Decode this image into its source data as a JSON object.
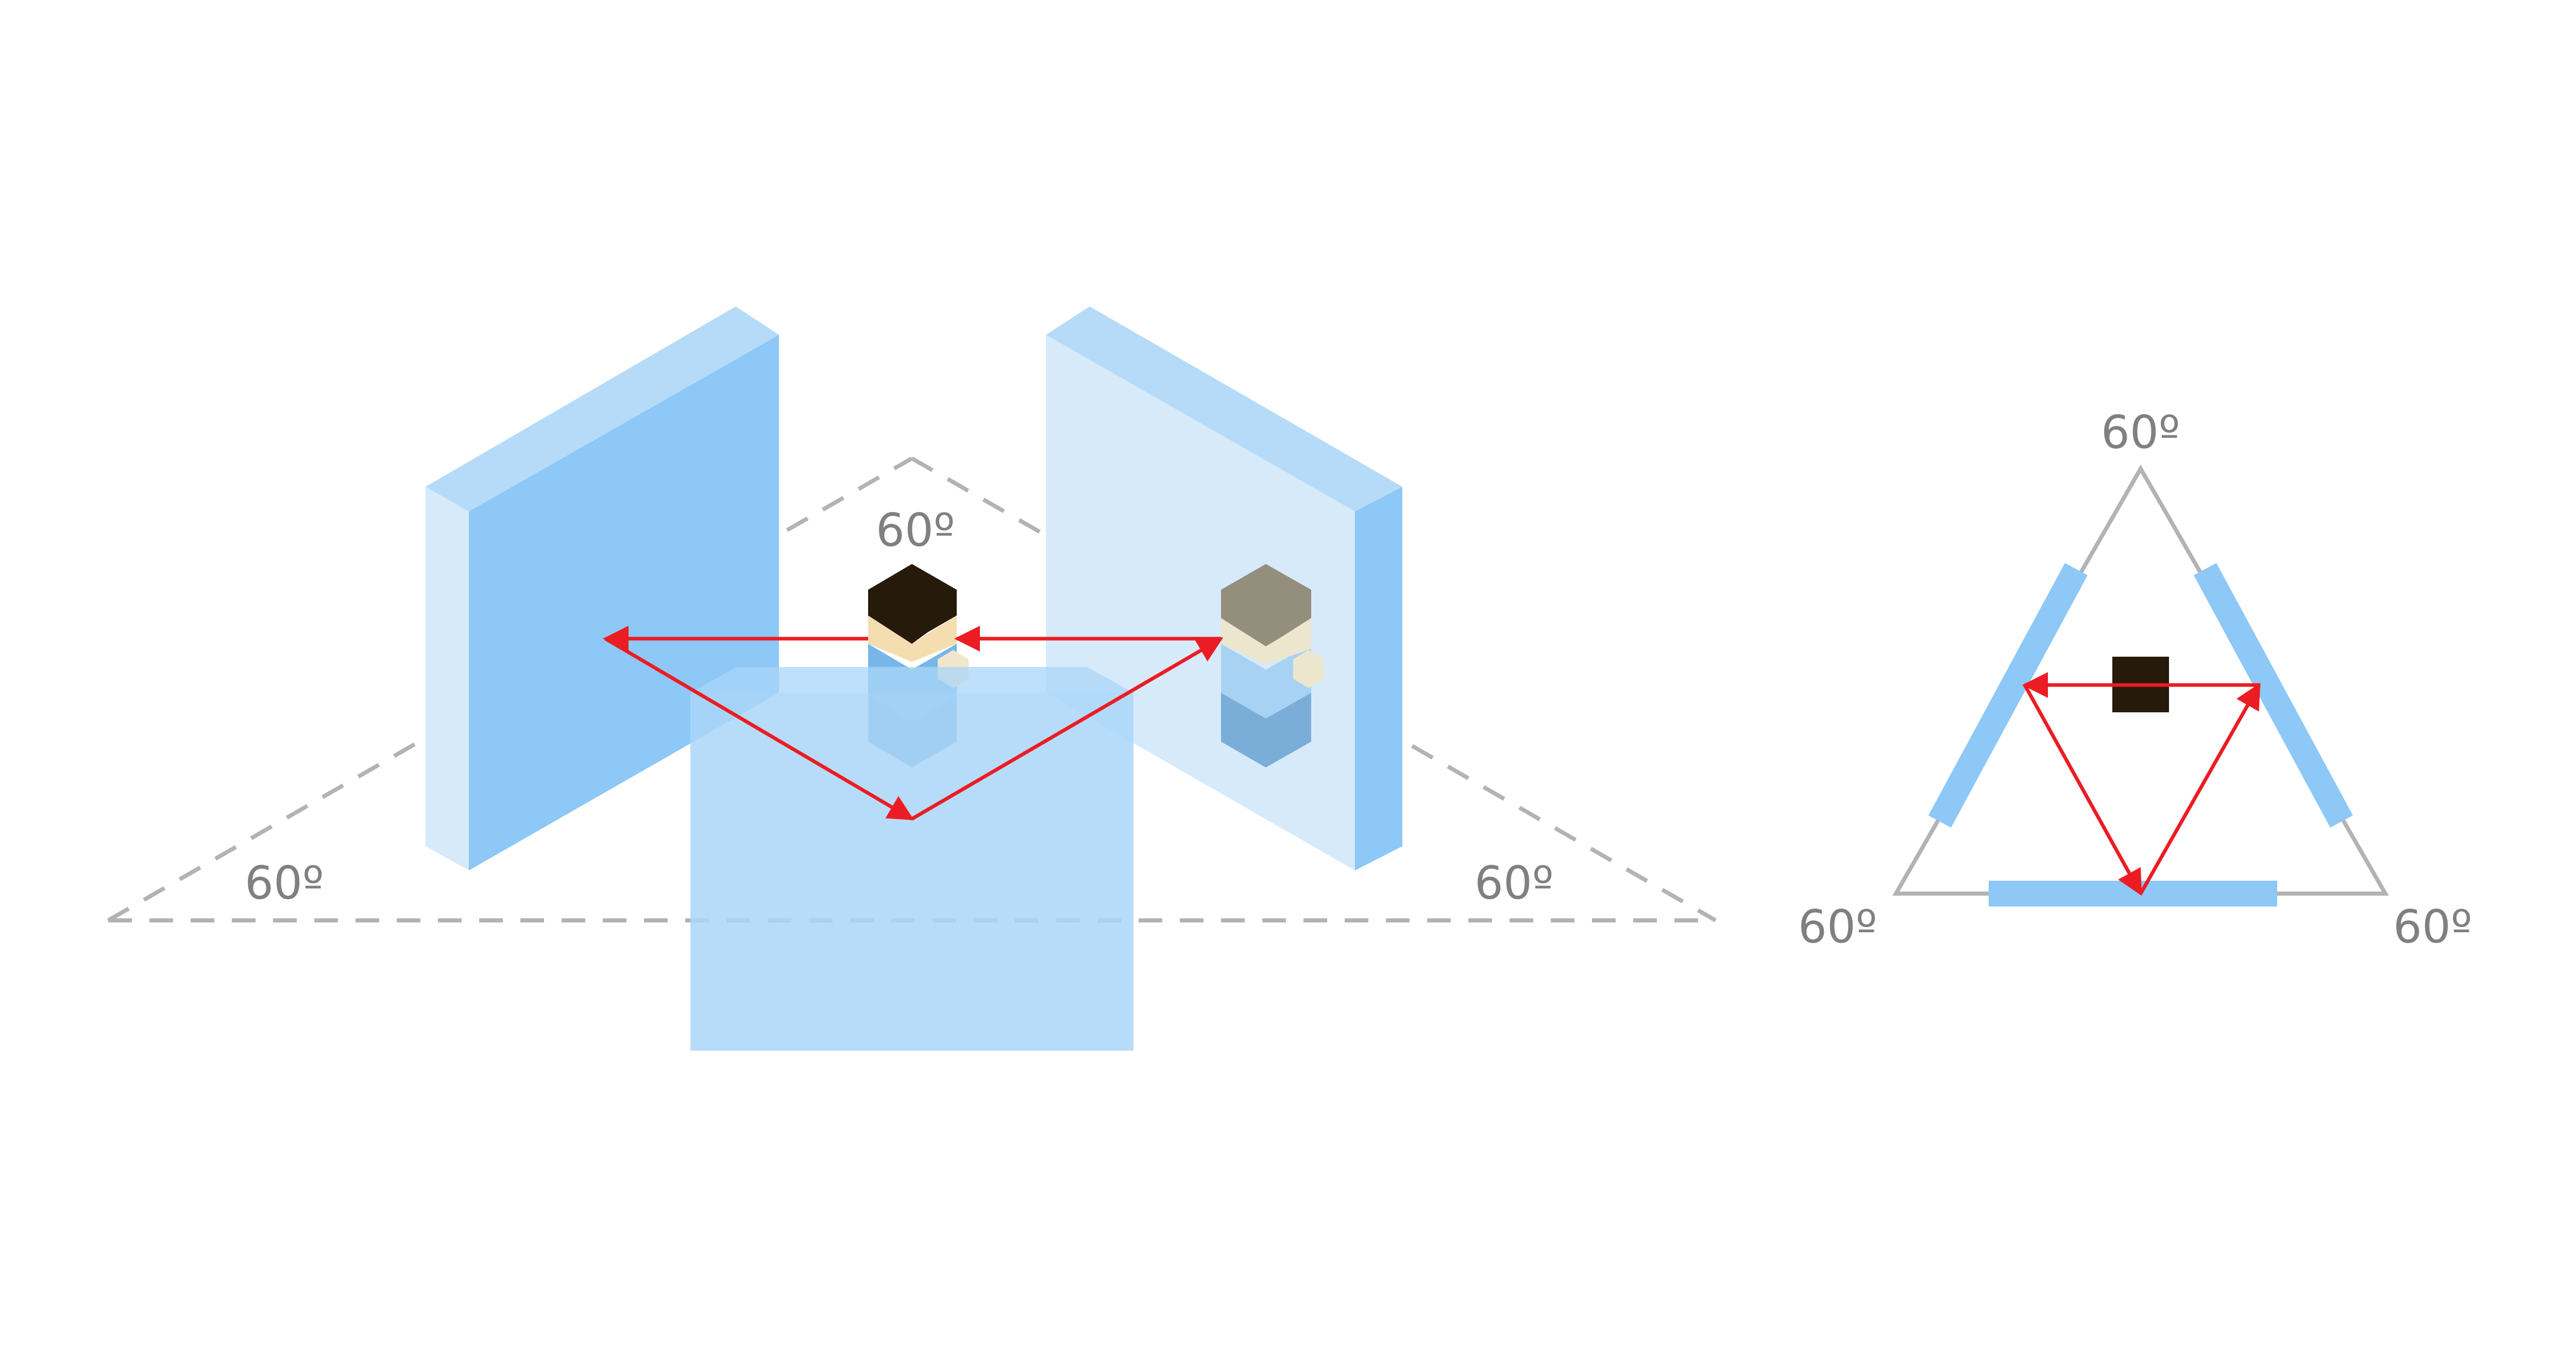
{
  "colors": {
    "mirror_front": "#8dc8f6",
    "mirror_light": "#d6eafa",
    "mirror_top": "#b5dbf8",
    "floor_mirror": "#aad6f8",
    "ray": "#ec1c24",
    "guide": "#b3b3b3",
    "label": "#808080",
    "figure_dark": "#261a0a",
    "figure_skin": "#f4ddb0",
    "figure_body": "#79b6e8",
    "reflection_hair": "#948f7c",
    "reflection_body": "#a8d2f4"
  },
  "perspective_view": {
    "apex_angle": "60º",
    "left_angle": "60º",
    "right_angle": "60º"
  },
  "top_view": {
    "top_angle": "60º",
    "bottom_left_angle": "60º",
    "bottom_right_angle": "60º"
  }
}
